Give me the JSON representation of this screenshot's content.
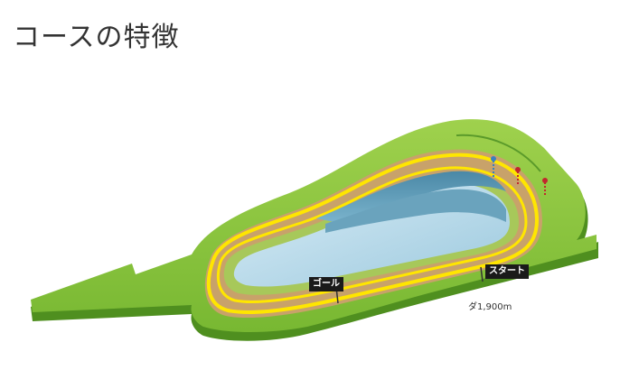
{
  "title": "コースの特徴",
  "markers": {
    "goal": "ゴール",
    "start": "スタート",
    "distance": "ダ1,900m"
  },
  "colors": {
    "infield_grass": "#8cc63f",
    "outer_grass": "#7ab83a",
    "dirt": "#c8a26a",
    "rail": "#ffe600",
    "inner_water": "#a9d4ea",
    "shadow": "#5a8fa8"
  }
}
